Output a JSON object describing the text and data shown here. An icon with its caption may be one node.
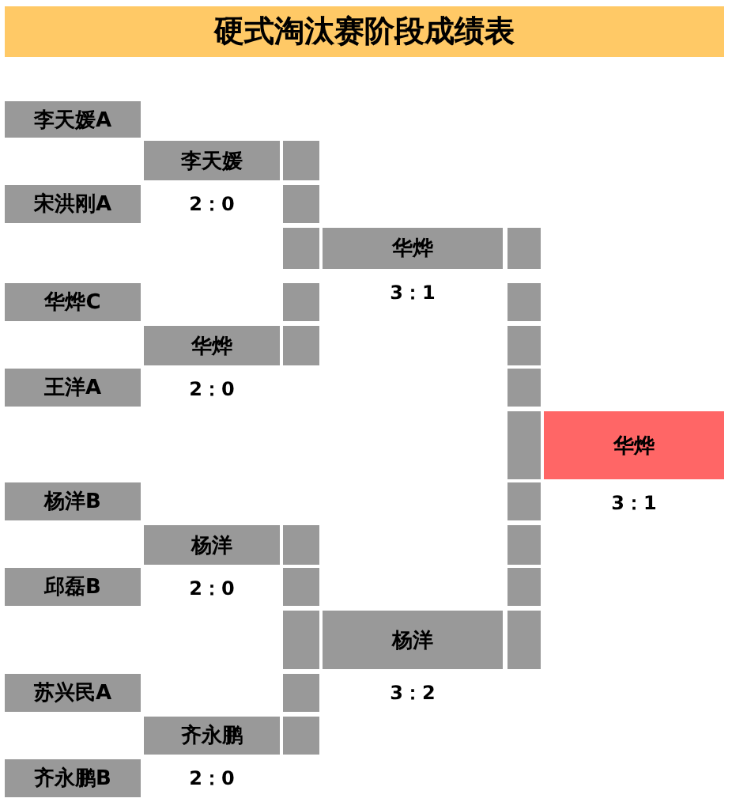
{
  "diagram": {
    "title": "硬式淘汰赛阶段成绩表",
    "nodes": [
      {
        "text": [
          "李天媛A"
        ]
      },
      {
        "text": [
          "李天媛"
        ],
        "beside": [
          "2：0"
        ]
      },
      {
        "text": [
          "宋洪刚A"
        ]
      },
      {
        "text": [
          "华烨"
        ],
        "beside": [
          "3：1"
        ]
      },
      {
        "text": [
          "华烨C"
        ]
      },
      {
        "text": [
          "华烨"
        ],
        "beside": [
          "2：0"
        ]
      },
      {
        "text": [
          "王洋A"
        ]
      },
      {
        "text": [
          "华烨"
        ],
        "beside": [
          "3：1"
        ]
      },
      {
        "text": [
          "杨洋B"
        ]
      },
      {
        "text": [
          "杨洋"
        ],
        "beside": [
          "2：0"
        ]
      },
      {
        "text": [
          "邱磊B"
        ]
      },
      {
        "text": [
          "杨洋"
        ],
        "beside": [
          "3：2"
        ]
      },
      {
        "text": [
          "苏兴民A"
        ]
      },
      {
        "text": [
          "齐永鹏"
        ],
        "beside": [
          "2：0"
        ]
      },
      {
        "text": [
          "齐永鹏B"
        ]
      }
    ]
  }
}
